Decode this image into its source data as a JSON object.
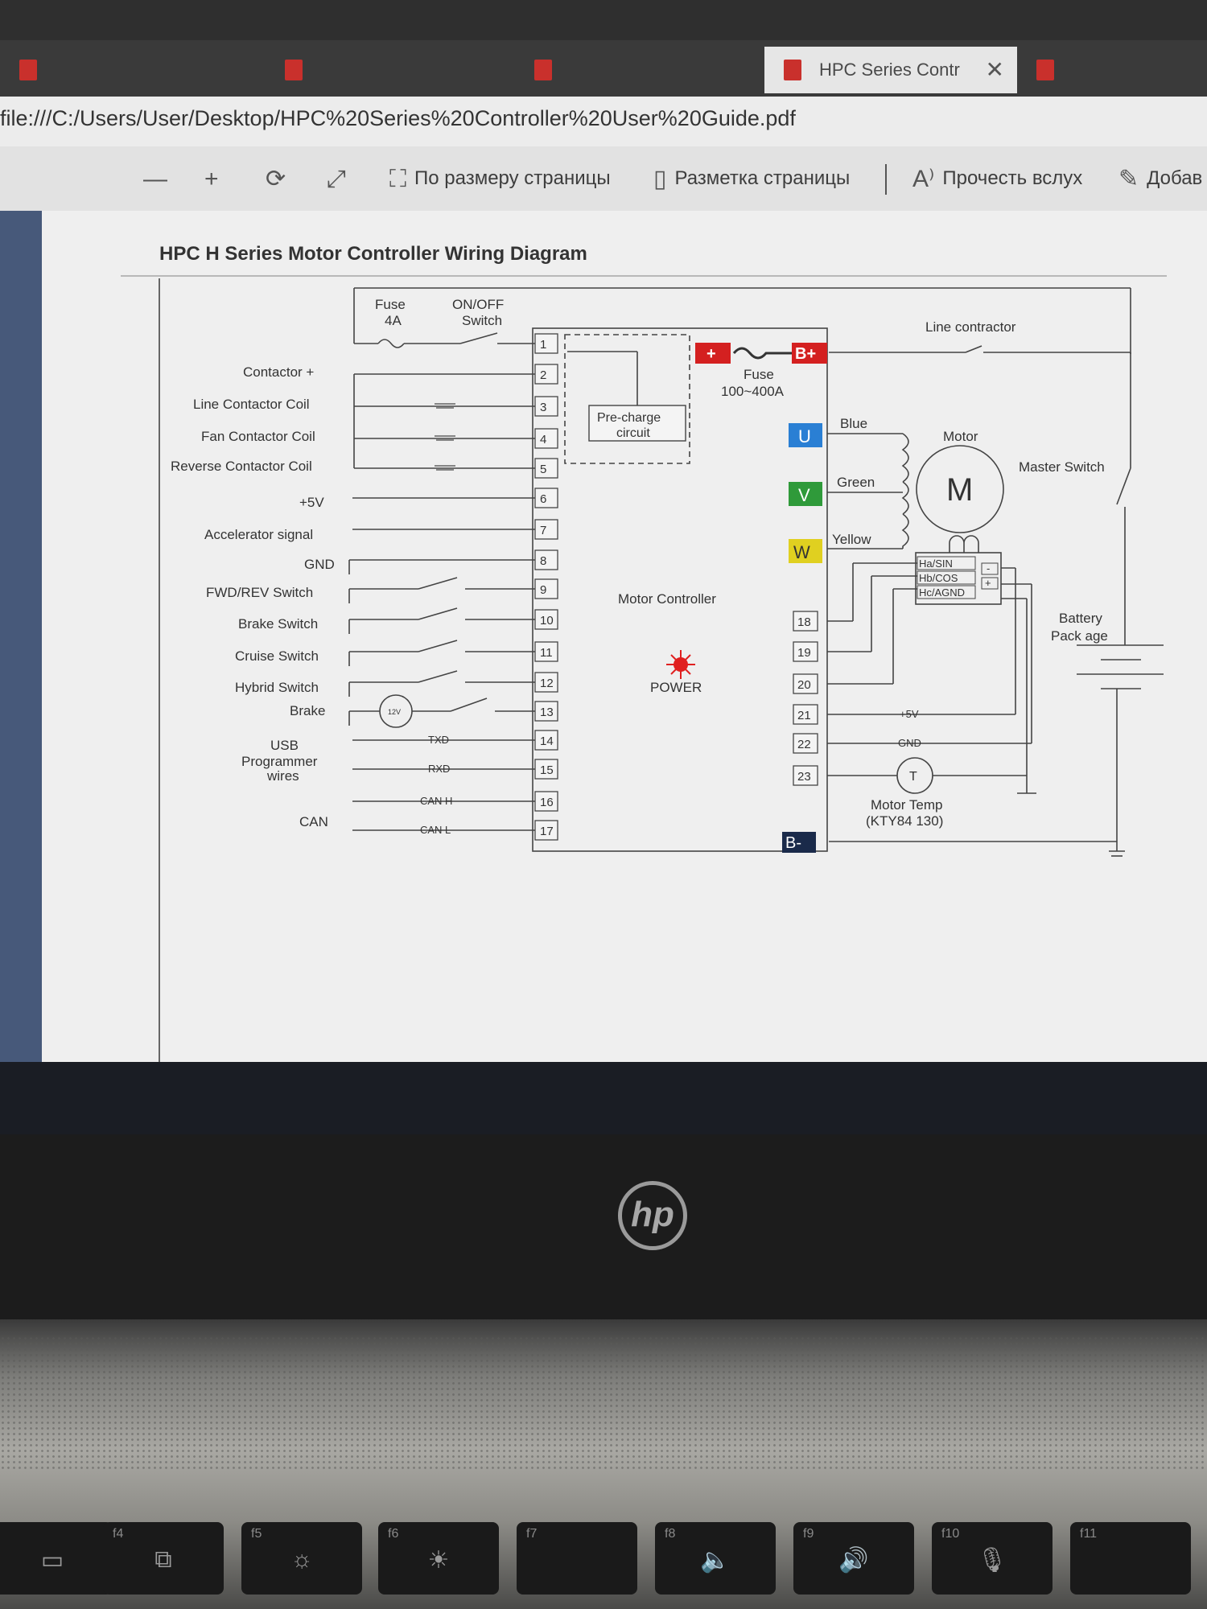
{
  "browser": {
    "tabs": [
      {
        "label": "",
        "active": false
      },
      {
        "label": "",
        "active": false
      },
      {
        "label": "",
        "active": false
      },
      {
        "label": "HPC Series Contr",
        "active": true
      },
      {
        "label": "",
        "active": false
      }
    ],
    "address": "file:///C:/Users/User/Desktop/HPC%20Series%20Controller%20User%20Guide.pdf"
  },
  "toolbar": {
    "zoom_out": "—",
    "zoom_in": "+",
    "rotate": "⟳",
    "fullscreen": "⤢",
    "fit_page": "По размеру страницы",
    "page_layout": "Разметка страницы",
    "read_aloud": "Прочесть вслух",
    "add_notes": "Добав"
  },
  "document": {
    "title": "HPC H Series Motor Controller Wiring Diagram",
    "diagram": {
      "left_labels": {
        "fuse": "Fuse",
        "fuse_rating": "4A",
        "onoff": "ON/OFF",
        "switch": "Switch",
        "contactor_plus": "Contactor +",
        "line_contactor_coil": "Line Contactor Coil",
        "fan_contactor_coil": "Fan Contactor Coil",
        "reverse_contactor_coil": "Reverse Contactor Coil",
        "plus5v": "+5V",
        "accelerator_signal": "Accelerator signal",
        "gnd": "GND",
        "fwd_rev_switch": "FWD/REV Switch",
        "brake_switch": "Brake Switch",
        "cruise_switch": "Cruise Switch",
        "hybrid_switch": "Hybrid Switch",
        "brake": "Brake",
        "brake_lamp": "12V",
        "usb": "USB",
        "programmer": "Programmer",
        "wires": "wires",
        "txd": "TXD",
        "rxd": "RXD",
        "can": "CAN",
        "can_h": "CAN H",
        "can_l": "CAN L"
      },
      "left_pins": [
        "1",
        "2",
        "3",
        "4",
        "5",
        "6",
        "7",
        "8",
        "9",
        "10",
        "11",
        "12",
        "13",
        "14",
        "15",
        "16",
        "17"
      ],
      "right_pins": [
        "18",
        "19",
        "20",
        "21",
        "22",
        "23"
      ],
      "precharge_1": "Pre-charge",
      "precharge_2": "circuit",
      "plus": "+",
      "b_plus": "B+",
      "b_minus": "B-",
      "main_fuse": "Fuse",
      "main_fuse_rating": "100~400A",
      "line_contractor": "Line contractor",
      "phases": [
        "U",
        "V",
        "W"
      ],
      "wire_colors": [
        "Blue",
        "Green",
        "Yellow"
      ],
      "motor": "Motor",
      "motor_symbol": "M",
      "master_switch": "Master Switch",
      "battery_1": "Battery",
      "battery_2": "Pack age",
      "controller": "Motor Controller",
      "power": "POWER",
      "hall_a": "Ha/SIN",
      "hall_b": "Hb/COS",
      "hall_c": "Hc/AGND",
      "hall_minus": "-",
      "hall_plus": "+",
      "pin21_label": "+5V",
      "pin22_label": "GND",
      "temp_1": "Motor Temp",
      "temp_2": "(KTY84 130)",
      "temp_symbol": "T"
    }
  },
  "laptop": {
    "brand": "hp",
    "keys": [
      {
        "fn": "",
        "icon": "▭"
      },
      {
        "fn": "f4",
        "icon": "⧉"
      },
      {
        "fn": "f5",
        "icon": "☼"
      },
      {
        "fn": "f6",
        "icon": "☀"
      },
      {
        "fn": "f7",
        "icon": ""
      },
      {
        "fn": "f8",
        "icon": "🔈"
      },
      {
        "fn": "f9",
        "icon": "🔊"
      },
      {
        "fn": "f10",
        "icon": "🎙"
      },
      {
        "fn": "f11",
        "icon": ""
      }
    ]
  },
  "colors": {
    "plus_terminal": "#d42020",
    "phase_u": "#2a7fd4",
    "phase_v": "#2f9a3a",
    "phase_w": "#e0d020",
    "b_minus": "#1a2a4a"
  }
}
